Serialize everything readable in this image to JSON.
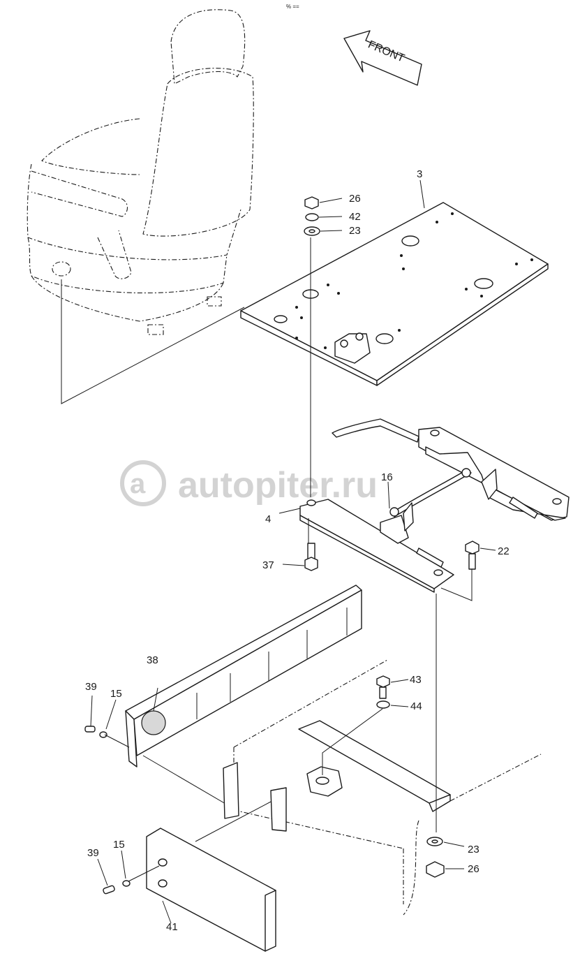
{
  "header_mark": "% ==",
  "front_arrow_label": "FRONT",
  "watermark_text": "autopiter.ru",
  "part_labels": {
    "p3": "3",
    "p4": "4",
    "p15a": "15",
    "p15b": "15",
    "p16": "16",
    "p22": "22",
    "p23a": "23",
    "p23b": "23",
    "p26a": "26",
    "p26b": "26",
    "p37": "37",
    "p38": "38",
    "p39a": "39",
    "p39b": "39",
    "p41": "41",
    "p42": "42",
    "p43": "43",
    "p44": "44"
  }
}
